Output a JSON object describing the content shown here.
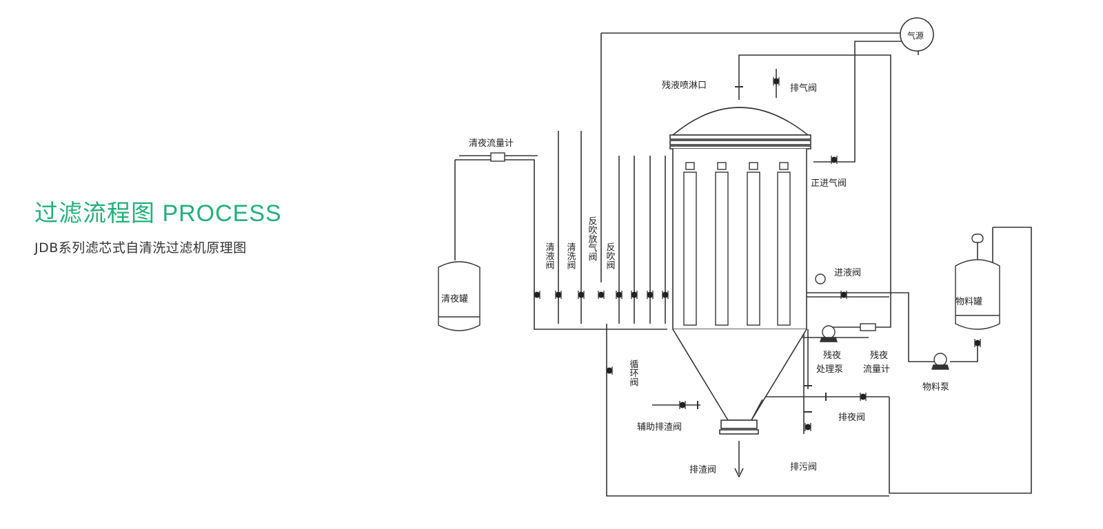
{
  "heading": {
    "title": "过滤流程图 PROCESS",
    "subtitle": "JDB系列滤芯式自清洗过滤机原理图"
  },
  "colors": {
    "accent": "#22b07a",
    "line": "#333333",
    "text": "#222222"
  },
  "labels": {
    "gas_source": "气源",
    "residue_spray": "残液喷淋口",
    "exhaust_valve": "排气阀",
    "positive_air_valve": "正进气阀",
    "clear_flowmeter": "清夜流量计",
    "clear_tank": "清夜罐",
    "clear_liquid_valve": "清液阀",
    "wash_valve": "清洗阀",
    "backblow_vent_valve": "反吹放气阀",
    "backblow_valve": "反吹阀",
    "inlet_valve": "进液阀",
    "material_tank": "物料罐",
    "material_pump": "物料泵",
    "residue_pump_1": "残夜",
    "residue_pump_2": "处理泵",
    "residue_flowmeter_1": "残夜",
    "residue_flowmeter_2": "流量计",
    "circulation_valve": "循环阀",
    "aux_slag_valve": "辅助排渣阀",
    "drain_liquid_valve": "排夜阀",
    "slag_valve": "排渣阀",
    "sewage_valve": "排污阀"
  }
}
